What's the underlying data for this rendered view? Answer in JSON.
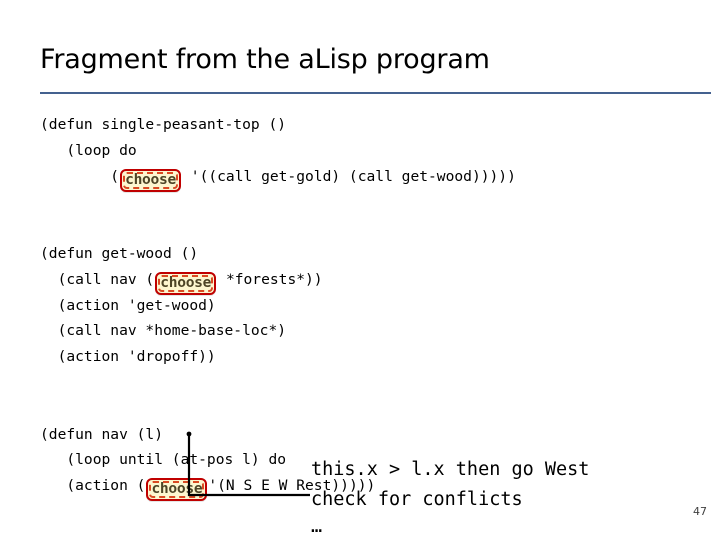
{
  "slide": {
    "title": "Fragment from the aLisp program",
    "page_number": "47",
    "rule_color": "#44618f",
    "background_color": "#ffffff"
  },
  "chip": {
    "label": "choose",
    "fill_color": "#fdf6cf",
    "border_color": "#c00000",
    "inner_dash_color": "#d94a22",
    "text_color": "#4d4426"
  },
  "code": {
    "blocks": [
      {
        "name": "single-peasant-top",
        "lines": [
          {
            "pre": "(defun single-peasant-top ()",
            "chip": false,
            "post": ""
          },
          {
            "pre": "   (loop do",
            "chip": false,
            "post": ""
          },
          {
            "pre": "        (",
            "chip": true,
            "post": " '((call get-gold) (call get-wood)))))"
          }
        ]
      },
      {
        "name": "get-wood",
        "lines": [
          {
            "pre": "(defun get-wood ()",
            "chip": false,
            "post": ""
          },
          {
            "pre": "  (call nav (",
            "chip": true,
            "post": " *forests*))"
          },
          {
            "pre": "  (action 'get-wood)",
            "chip": false,
            "post": ""
          },
          {
            "pre": "  (call nav *home-base-loc*)",
            "chip": false,
            "post": ""
          },
          {
            "pre": "  (action 'dropoff))",
            "chip": false,
            "post": ""
          }
        ]
      },
      {
        "name": "nav",
        "lines": [
          {
            "pre": "(defun nav (l)",
            "chip": false,
            "post": ""
          },
          {
            "pre": "   (loop until (at-pos l) do",
            "chip": false,
            "post": ""
          },
          {
            "pre": "   (action (",
            "chip": true,
            "post": "'(N S E W Rest)))))"
          }
        ]
      }
    ]
  },
  "annotation": {
    "lines": [
      "this.x > l.x then go West",
      "check for conflicts"
    ],
    "ellipsis": "…"
  }
}
